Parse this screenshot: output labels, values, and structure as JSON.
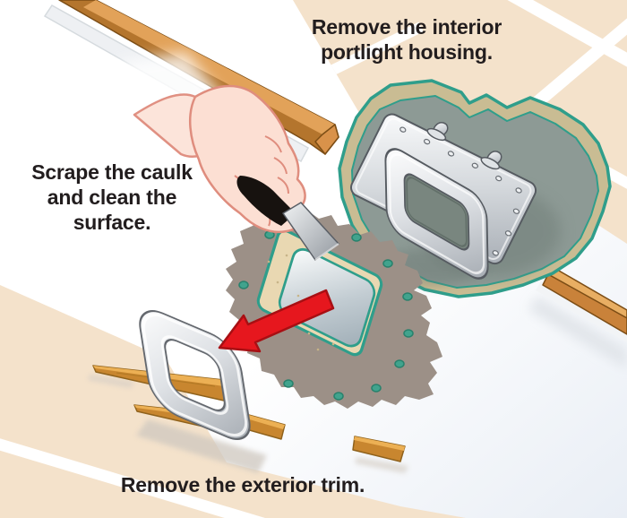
{
  "illustration": {
    "alt": "Three-step instructional illustration for removing a boat portlight",
    "captions": {
      "remove_interior": "Remove the interior portlight housing.",
      "scrape_caulk": "Scrape the caulk and clean the surface.",
      "remove_exterior": "Remove the exterior trim."
    },
    "palette": {
      "deck_tile": "#f4e2cb",
      "grout_white": "#ffffff",
      "teak_light": "#e2a259",
      "teak_dark": "#bd7a31",
      "liner_teal": "#2f9e8b",
      "core_khaki": "#c9bc93",
      "cavity_gray": "#8d9a95",
      "metal_light": "#f2f4f6",
      "metal_dark": "#a8aeb5",
      "caulk_residue": "#9c9087",
      "caulk_bed": "#e9d8b2",
      "glass_gray": "#a9b6bf",
      "arrow_red": "#e6171e",
      "skin": "#fcdfd3",
      "skin_outline": "#df8d7e",
      "handle_black": "#17120f",
      "caption_text": "#221d1e"
    }
  }
}
